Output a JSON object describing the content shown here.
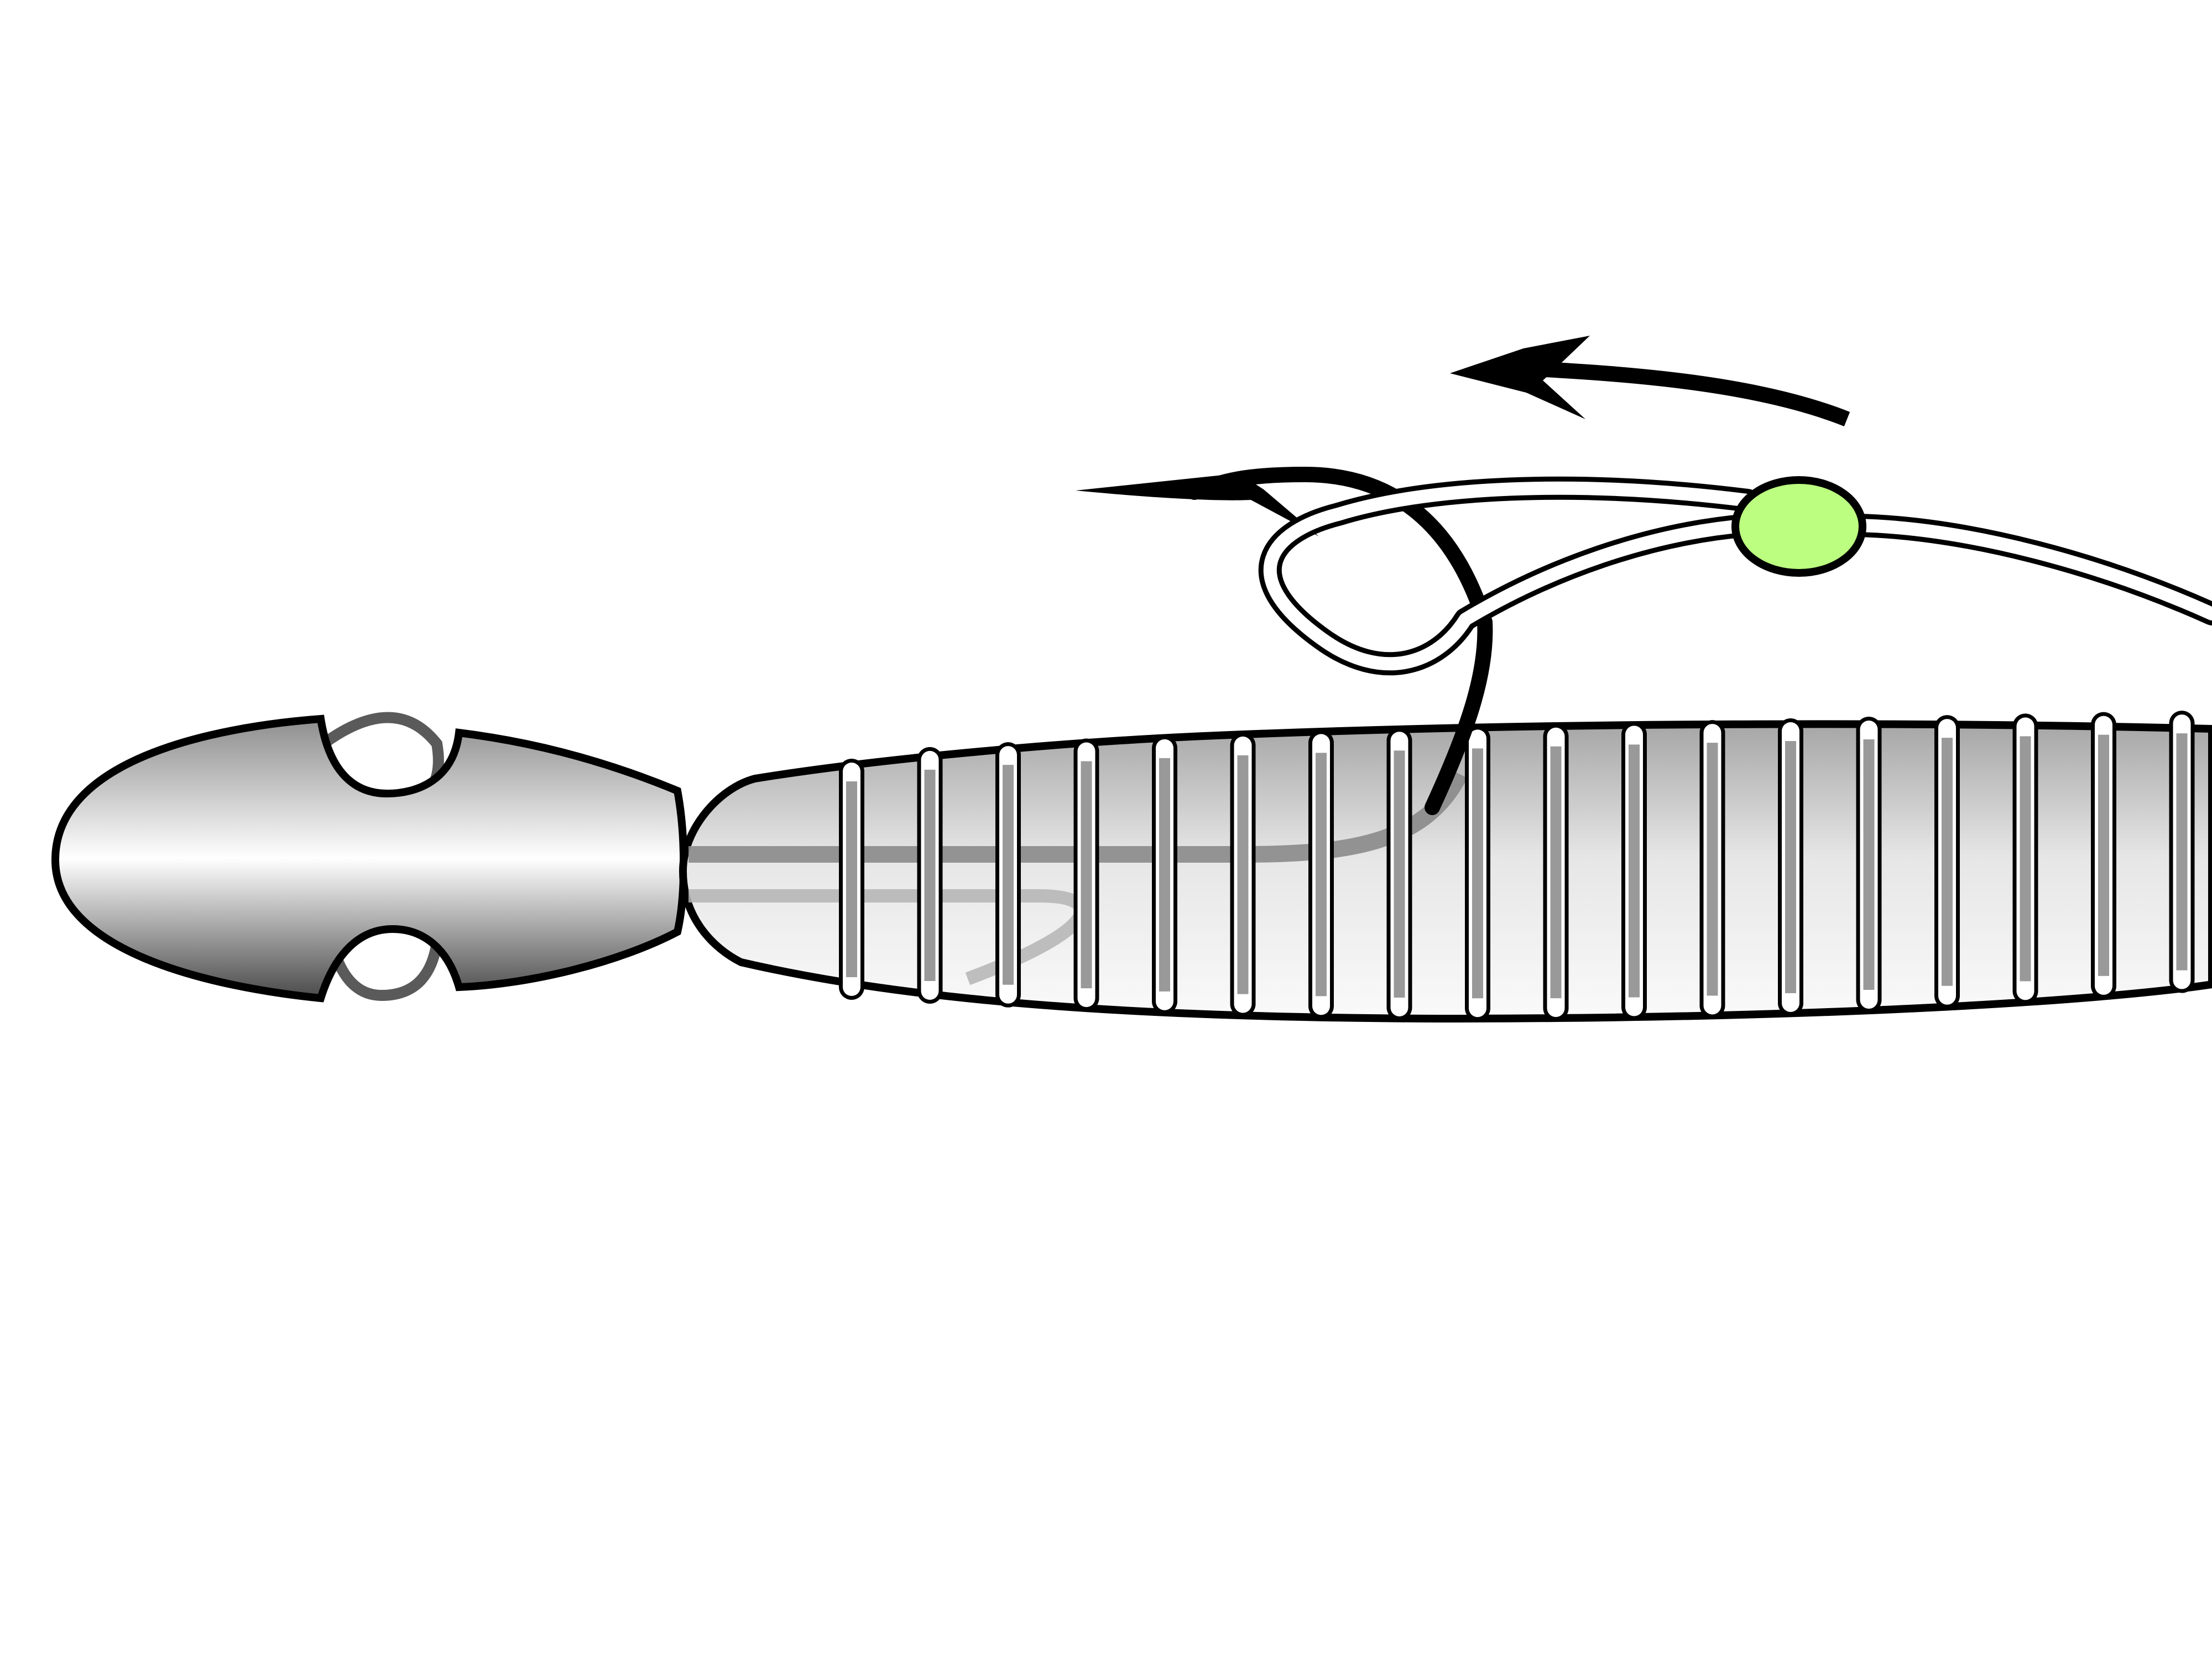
{
  "diagram": {
    "kind": "fishing-rig-illustration",
    "background": "#ffffff",
    "outline_color": "#000000",
    "colors": {
      "bead": "#bcff80",
      "rib": "#999999",
      "rib_inner": "#ffffff",
      "hook": "#000000",
      "lead_line": "#ffffff",
      "buried_hook": "#8a8a8a"
    },
    "parts": {
      "sinker": "bullet-sinker",
      "worm": "soft-plastic-worm",
      "hook": "offset-worm-hook",
      "bead": "glass-bead",
      "line": "fishing-line",
      "arrow": "pull-direction-arrow"
    },
    "worm_ring_count": 18
  }
}
